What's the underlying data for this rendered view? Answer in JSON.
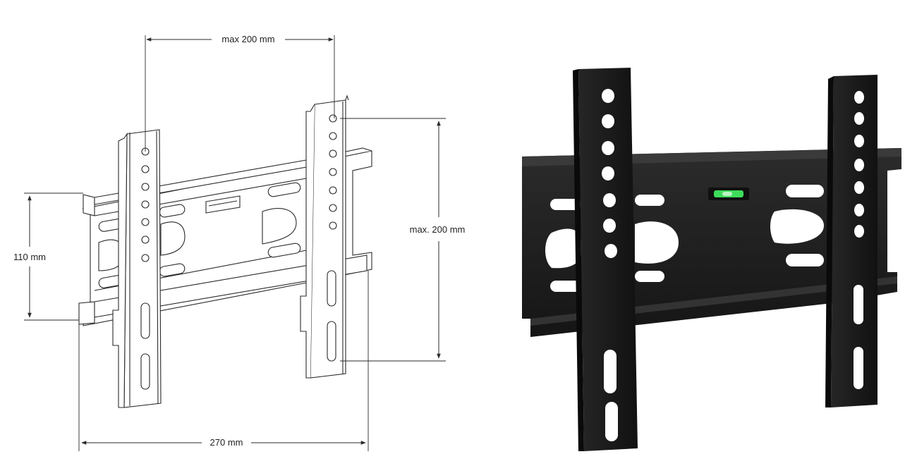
{
  "dimensions": {
    "top_width": "max 200 mm",
    "right_height": "max. 200 mm",
    "left_height": "110 mm",
    "bottom_width": "270 mm"
  },
  "colors": {
    "line": "#2a2a2a",
    "bracket_dark": "#1c1c1c",
    "bracket_edge": "#3a3a3a",
    "level_green": "#3ddc5a"
  }
}
